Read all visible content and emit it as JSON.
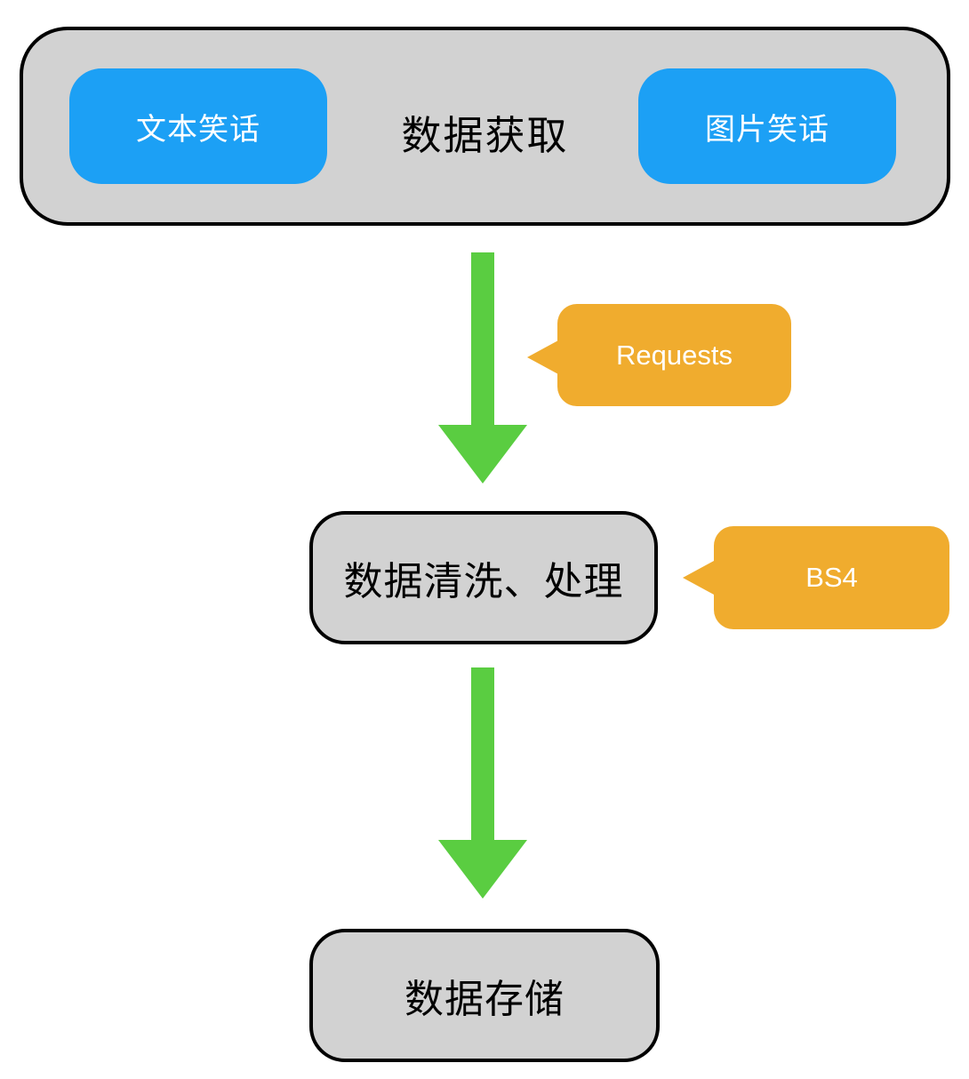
{
  "colors": {
    "background": "#FFFFFF",
    "node_fill": "#D2D2D2",
    "node_border": "#000000",
    "node_text": "#000000",
    "button_fill": "#1CA0F5",
    "button_text": "#FFFFFF",
    "arrow": "#5ACD41",
    "callout_fill": "#F0AC2E",
    "callout_text": "#FFFFFF"
  },
  "nodes": {
    "acquisition": {
      "title": "数据获取",
      "text_source_label": "文本笑话",
      "image_source_label": "图片笑话"
    },
    "cleaning": {
      "label": "数据清洗、处理"
    },
    "storage": {
      "label": "数据存储"
    }
  },
  "callouts": {
    "requests": {
      "label": "Requests"
    },
    "bs4": {
      "label": "BS4"
    }
  }
}
